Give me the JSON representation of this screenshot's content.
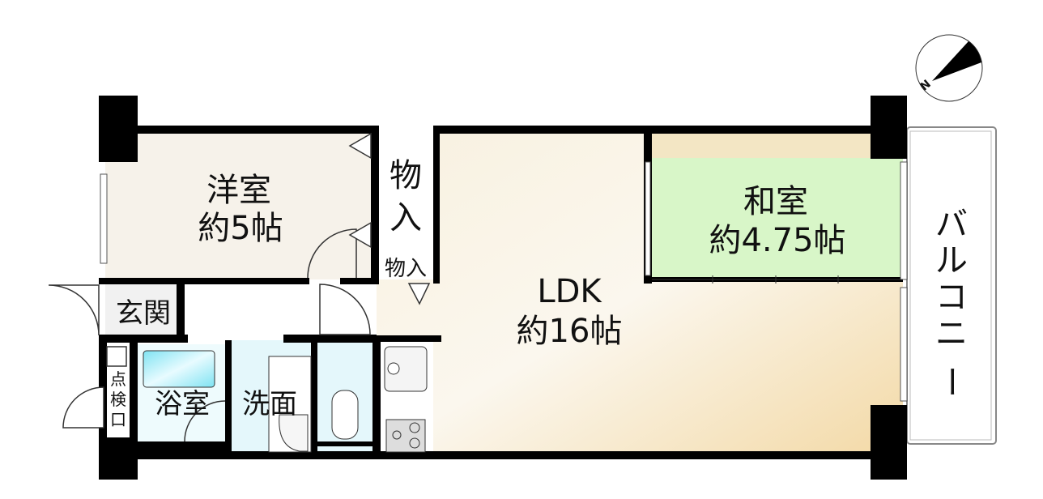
{
  "rooms": {
    "western": {
      "name": "洋室",
      "size": "約5帖"
    },
    "closet_large": {
      "name_line1": "物",
      "name_line2": "入"
    },
    "closet_small": {
      "name": "物入"
    },
    "japanese": {
      "name": "和室",
      "size": "約4.75帖"
    },
    "ldk": {
      "name": "LDK",
      "size": "約16帖"
    },
    "entrance": {
      "name": "玄関"
    },
    "bath": {
      "name": "浴室"
    },
    "washroom": {
      "name": "洗面"
    },
    "inspection": {
      "line1": "点",
      "line2": "検",
      "line3": "口"
    },
    "balcony": {
      "line1": "バ",
      "line2": "ル",
      "line3": "コ",
      "line4": "ニ",
      "line5": "ー"
    }
  },
  "compass": {
    "label": "N"
  },
  "colors": {
    "wall": "#000000",
    "western_floor": "#f6f2ea",
    "japanese_floor": "#d8f6c8",
    "ldk_floor": "#f6e2b8",
    "wet_floor": "#e4f7fb",
    "bathtub": "#7fe3f2"
  }
}
